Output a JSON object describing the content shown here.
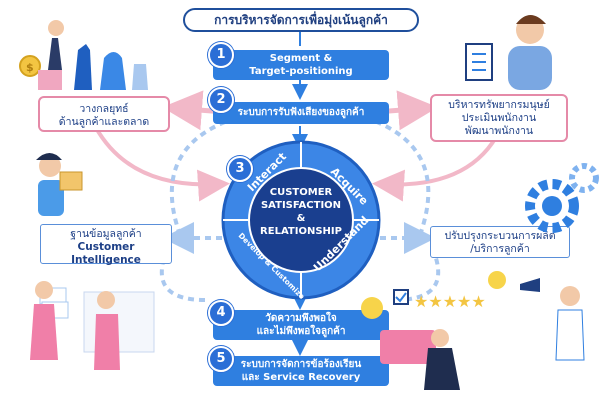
{
  "title": "การบริหารจัดการเพื่อมุ่งเน้นลูกค้า",
  "steps": [
    {
      "num": "1",
      "line1": "Segment &",
      "line2": "Target-positioning"
    },
    {
      "num": "2",
      "line1": "ระบบการรับฟังเสียงของลูกค้า",
      "line2": ""
    },
    {
      "num": "3"
    },
    {
      "num": "4",
      "line1": "วัดความพึงพอใจ",
      "line2": "และไม่พึงพอใจลูกค้า"
    },
    {
      "num": "5",
      "line1": "ระบบการจัดการข้อร้องเรียน",
      "line2": "และ Service Recovery"
    }
  ],
  "cycle": {
    "center_line1": "CUSTOMER",
    "center_line2": "SATISFACTION",
    "center_line3": "&",
    "center_line4": "RELATIONSHIP",
    "interact": "Interact",
    "acquire": "Acquire",
    "understand": "Understand",
    "develop": "Develop & Customize"
  },
  "side_boxes": {
    "strategy_line1": "วางกลยุทธ์",
    "strategy_line2": "ด้านลูกค้าและตลาด",
    "hr_line1": "บริหารทรัพยากรมนุษย์",
    "hr_line2": "ประเมินพนักงาน",
    "hr_line3": "พัฒนาพนักงาน",
    "database_line1": "ฐานข้อมูลลูกค้า",
    "database_line2": "Customer",
    "database_line3": "Intelligence",
    "process_line1": "ปรับปรุงกระบวนการผลิต",
    "process_line2": "/บริการลูกค้า"
  },
  "colors": {
    "primary_blue": "#2f7fe0",
    "dark_blue": "#1f4f9c",
    "pink": "#e58aa8",
    "light_blue": "#a9c8ef"
  }
}
